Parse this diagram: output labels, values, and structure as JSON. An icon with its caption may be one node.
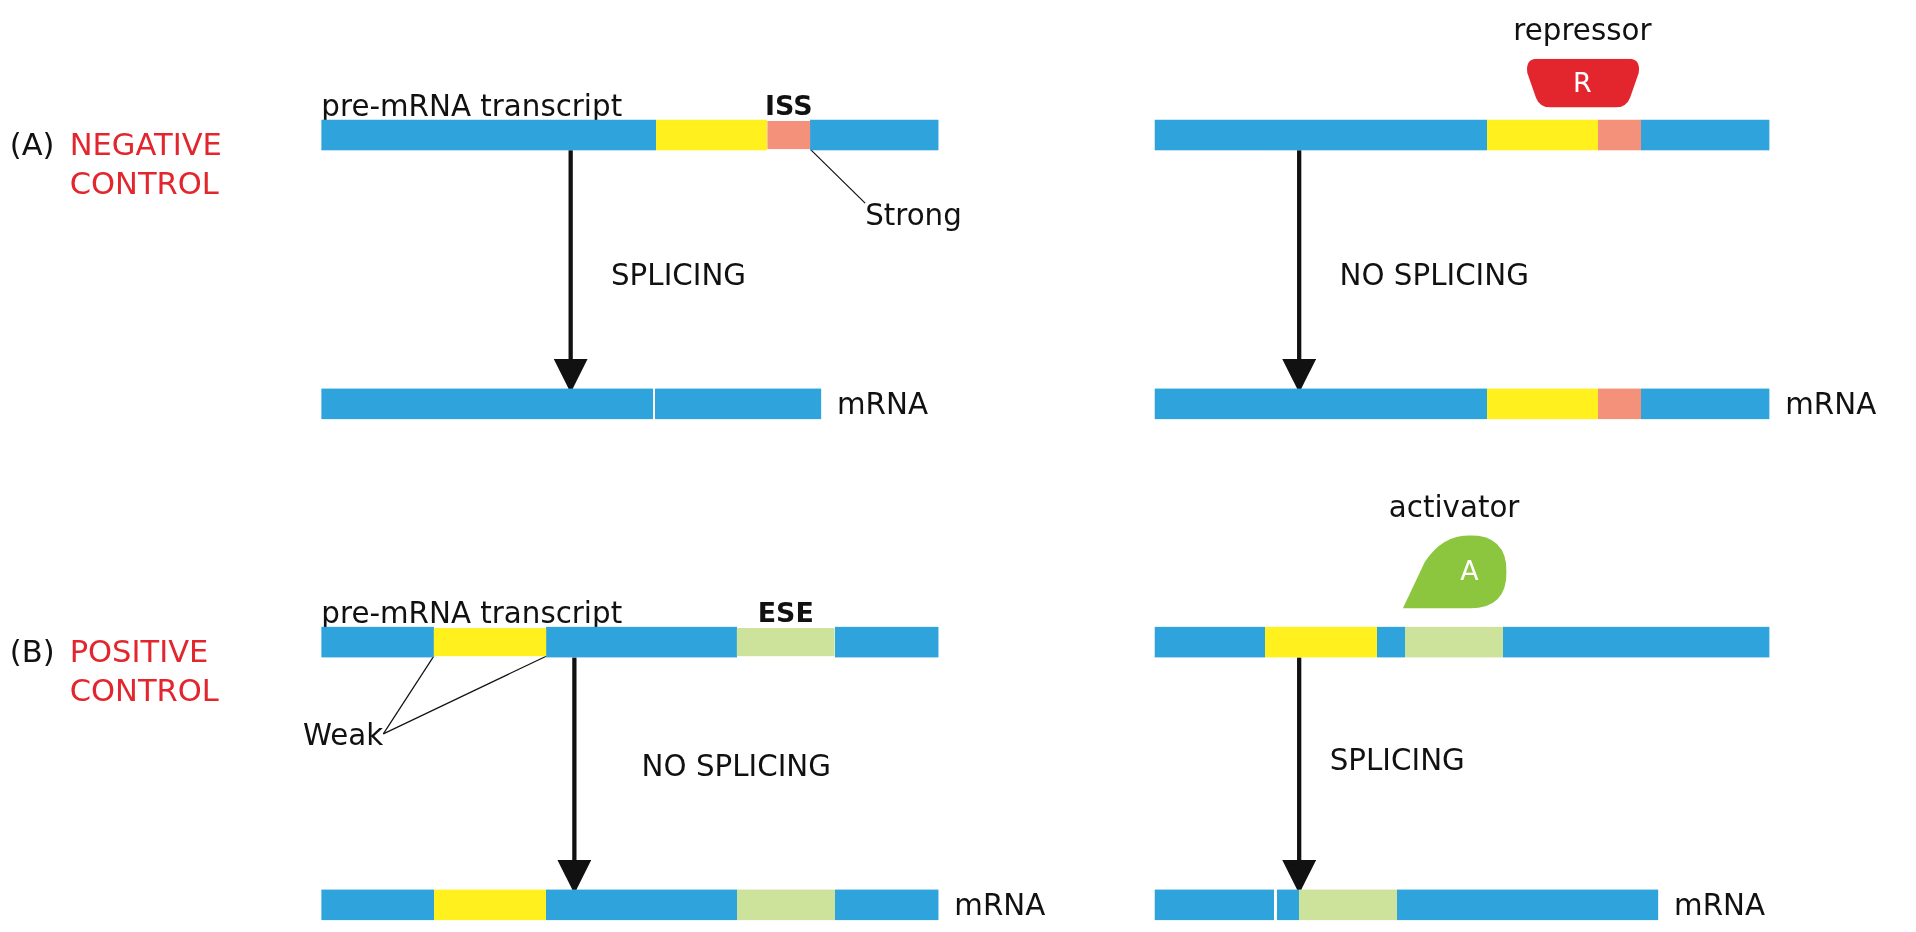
{
  "diagram": {
    "nodes": [
      {
        "text": [
          "pre-mRNA transcript"
        ]
      },
      {
        "text": [
          "ISS"
        ],
        "in": 0
      },
      {
        "text": [
          "repressor",
          "R"
        ]
      },
      {
        "text": [],
        "shape": "bar"
      },
      {
        "text": [
          "Strong"
        ]
      },
      {
        "text": [],
        "shape": "bar",
        "beside": [
          "mRNA"
        ]
      },
      {
        "text": [],
        "shape": "bar",
        "beside": [
          "mRNA"
        ]
      },
      {
        "text": [
          "activator",
          "A"
        ]
      },
      {
        "text": [
          "pre-mRNA transcript"
        ]
      },
      {
        "text": [],
        "shape": "bar",
        "in": 8
      },
      {
        "text": [
          "ESE"
        ],
        "in": 8
      },
      {
        "text": [],
        "shape": "bar"
      },
      {
        "text": [
          "Weak"
        ]
      },
      {
        "text": [],
        "shape": "bar",
        "beside": [
          "mRNA"
        ]
      },
      {
        "text": [],
        "shape": "bar",
        "beside": [
          "mRNA"
        ]
      }
    ],
    "edges": [
      {
        "from": 0,
        "to": 5,
        "arrow": "to",
        "label": "SPLICING"
      },
      {
        "from": 3,
        "to": 6,
        "arrow": "to",
        "label": "NO SPLICING"
      },
      {
        "from": 4,
        "to": 1,
        "arrow": "none"
      },
      {
        "from": 8,
        "to": 13,
        "arrow": "to",
        "label": "NO SPLICING"
      },
      {
        "from": 11,
        "to": 14,
        "arrow": "to",
        "label": "SPLICING"
      },
      {
        "from": 12,
        "to": 9,
        "arrow": "none"
      },
      {
        "from": 12,
        "to": 9,
        "arrow": "none"
      }
    ],
    "labels": [
      "(A)",
      "NEGATIVE CONTROL",
      "(B)",
      "POSITIVE CONTROL"
    ]
  }
}
